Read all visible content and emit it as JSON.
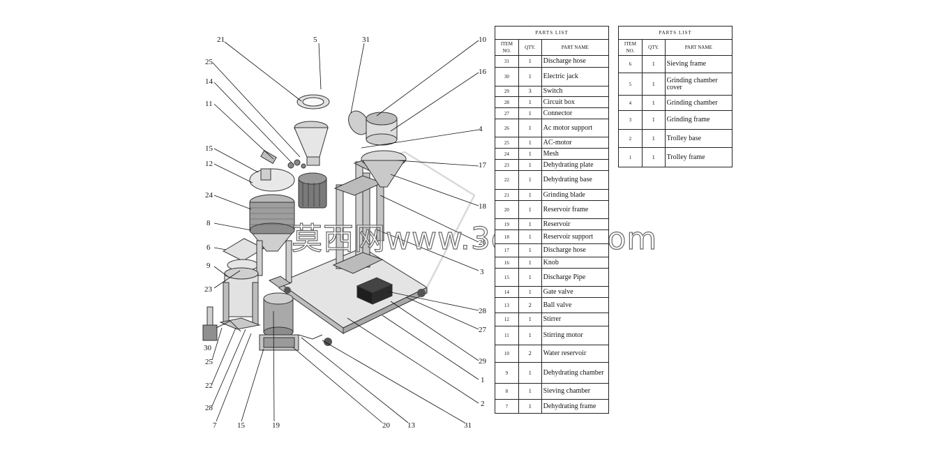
{
  "watermark": "莫西网www.3dmox.com",
  "callouts": {
    "top": [
      "21",
      "5",
      "31",
      "10",
      "16",
      "4",
      "17"
    ],
    "left": [
      "25",
      "14",
      "11",
      "15",
      "12",
      "24",
      "8",
      "6",
      "9",
      "23",
      "30"
    ],
    "right": [
      "18",
      "26",
      "3",
      "28",
      "27",
      "29",
      "1",
      "2"
    ],
    "bottom": [
      "25",
      "22",
      "28",
      "7",
      "15",
      "19",
      "20",
      "13",
      "31"
    ]
  },
  "tables": {
    "left": {
      "title": "PARTS LIST",
      "headers": [
        "ITEM NO.",
        "QTY.",
        "PART NAME"
      ],
      "rows": [
        [
          "31",
          "1",
          "Discharge hose"
        ],
        [
          "30",
          "1",
          "Electric jack"
        ],
        [
          "29",
          "3",
          "Switch"
        ],
        [
          "28",
          "1",
          "Circuit box"
        ],
        [
          "27",
          "1",
          "Connector"
        ],
        [
          "26",
          "1",
          "Ac motor support"
        ],
        [
          "25",
          "1",
          "AC-motor"
        ],
        [
          "24",
          "1",
          "Mesh"
        ],
        [
          "23",
          "1",
          "Dehydrating plate"
        ],
        [
          "22",
          "1",
          "Dehydrating base"
        ],
        [
          "21",
          "1",
          "Grinding blade"
        ],
        [
          "20",
          "1",
          "Reservoir frame"
        ],
        [
          "19",
          "1",
          "Reservoir"
        ],
        [
          "18",
          "1",
          "Reservoir support"
        ],
        [
          "17",
          "1",
          "Discharge hose"
        ],
        [
          "16",
          "1",
          "Knob"
        ],
        [
          "15",
          "1",
          "Discharge Pipe"
        ],
        [
          "14",
          "1",
          "Gate valve"
        ],
        [
          "13",
          "2",
          "Ball valve"
        ],
        [
          "12",
          "1",
          "Stirrer"
        ],
        [
          "11",
          "1",
          "Stirring motor"
        ],
        [
          "10",
          "2",
          "Water reservoir"
        ],
        [
          "9",
          "1",
          "Dehydrating chamber"
        ],
        [
          "8",
          "1",
          "Sieving chamber"
        ],
        [
          "7",
          "1",
          "Dehydrating frame"
        ]
      ]
    },
    "right": {
      "title": "PARTS LIST",
      "headers": [
        "ITEM NO.",
        "QTY.",
        "PART NAME"
      ],
      "rows": [
        [
          "6",
          "1",
          "Sieving frame"
        ],
        [
          "5",
          "1",
          "Grinding chamber cover"
        ],
        [
          "4",
          "1",
          "Grinding chamber"
        ],
        [
          "3",
          "1",
          "Grinding frame"
        ],
        [
          "2",
          "1",
          "Trolley base"
        ],
        [
          "1",
          "1",
          "Trolley frame"
        ]
      ]
    }
  }
}
